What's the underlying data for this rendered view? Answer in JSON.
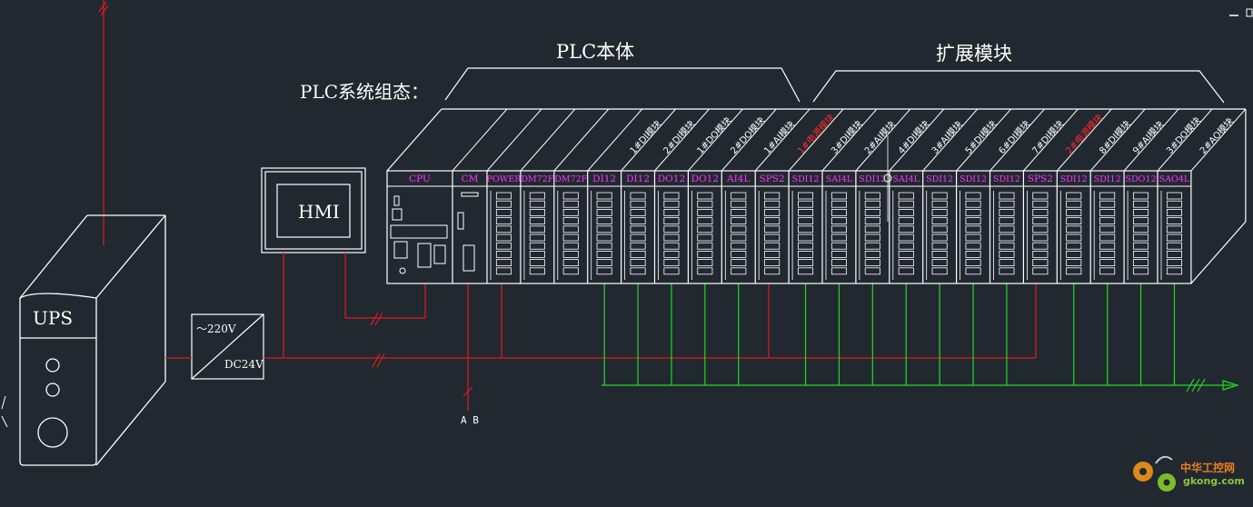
{
  "title_plc_system": "PLC系统组态：",
  "label_plc_body": "PLC本体",
  "label_expansion": "扩展模块",
  "ups_label": "UPS",
  "hmi_label": "HMI",
  "psu_in": "～220V",
  "psu_out": "DC24V",
  "bus_label": "A B",
  "watermark_cn": "中华工控网",
  "watermark_url": "gkong.com",
  "colors": {
    "background": "#212830",
    "line_white": "#ffffff",
    "line_red": "#e01b1b",
    "line_green": "#22d822",
    "module_label": "#ff33ff",
    "top_text_red": "#ff2b2b"
  },
  "modules": [
    {
      "label": "CPU",
      "top": ""
    },
    {
      "label": "CM",
      "top": ""
    },
    {
      "label": "POWER",
      "top": ""
    },
    {
      "label": "DM72F",
      "top": ""
    },
    {
      "label": "DM72F",
      "top": ""
    },
    {
      "label": "DI12",
      "top": "1#DI模块"
    },
    {
      "label": "DI12",
      "top": "2#DI模块"
    },
    {
      "label": "DO12",
      "top": "1#DO模块"
    },
    {
      "label": "DO12",
      "top": "2#DO模块"
    },
    {
      "label": "AI4L",
      "top": "1#AI模块"
    },
    {
      "label": "SPS2",
      "top": "1#电源模块",
      "red": true
    },
    {
      "label": "SDI12",
      "top": "3#DI模块"
    },
    {
      "label": "SAI4L",
      "top": "2#AI模块"
    },
    {
      "label": "SDI12",
      "top": "4#DI模块"
    },
    {
      "label": "SAI4L",
      "top": "3#AI模块"
    },
    {
      "label": "SDI12",
      "top": "5#DI模块"
    },
    {
      "label": "SDI12",
      "top": "6#DI模块"
    },
    {
      "label": "SDI12",
      "top": "7#DI模块"
    },
    {
      "label": "SPS2",
      "top": "2#电源模块",
      "red": true
    },
    {
      "label": "SDI12",
      "top": "8#DI模块"
    },
    {
      "label": "SDI12",
      "top": "9#AI模块"
    },
    {
      "label": "SDO12",
      "top": "3#DO模块"
    },
    {
      "label": "SAO4L",
      "top": "2#AO模块"
    }
  ]
}
